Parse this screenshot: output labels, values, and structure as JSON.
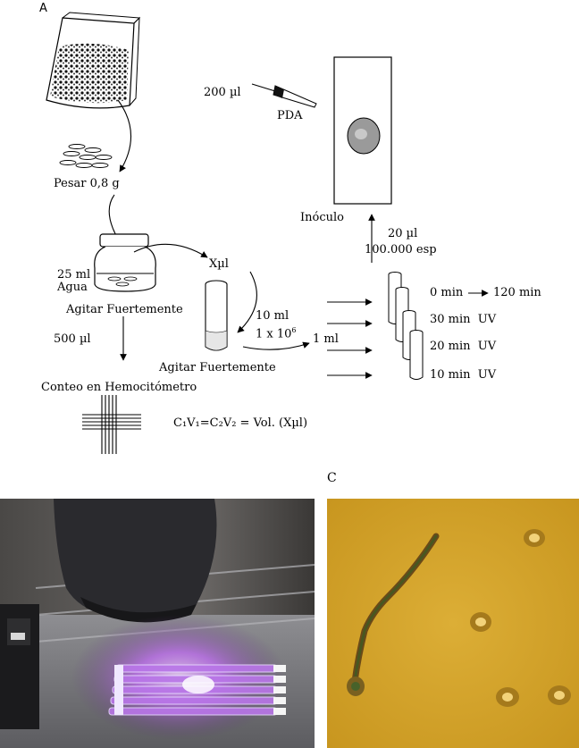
{
  "panel_labels": {
    "a": "A",
    "c": "C"
  },
  "diagram": {
    "weigh": "Pesar 0,8 g",
    "water_volume": "25 ml",
    "water": "Agua",
    "shake_1": "Agitar Fuertemente",
    "aliquot_hemo": "500 µl",
    "count_title": "Conteo en Hemocitómetro",
    "formula": "C₁V₁=C₂V₂ = Vol. (Xµl)",
    "x_ul": "Xµl",
    "dilution_vol": "10 ml",
    "dilution_conc_base": "1 x 10",
    "dilution_conc_exp": "6",
    "shake_2": "Agitar Fuertemente",
    "one_ml": "1 ml",
    "pipette_vol": "200 µl",
    "pda": "PDA",
    "inoculum": "Inóculo",
    "spore_vol": "20 µl",
    "spore_count": "100.000 esp",
    "treatments": [
      {
        "start": "0 min",
        "end": "120 min"
      },
      {
        "label": "30 min  UV"
      },
      {
        "label": "20 min  UV"
      },
      {
        "label": "10 min  UV"
      }
    ]
  },
  "colors": {
    "photo_background": "#2f2d2c",
    "uv_glow": "#c86cff",
    "micrograph": "#d4a52c"
  }
}
